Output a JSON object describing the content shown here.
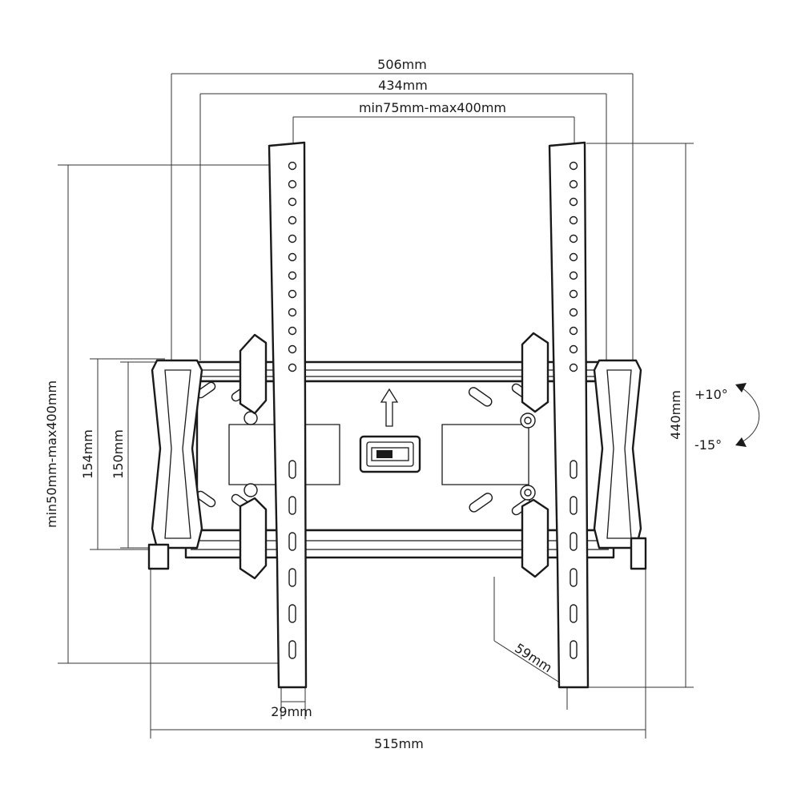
{
  "dimensions": {
    "overall_width_top": "506mm",
    "rail_span": "434mm",
    "vesa_horizontal": "min75mm-max400mm",
    "vesa_vertical": "min50mm-max400mm",
    "plate_height_outer": "154mm",
    "plate_height_inner": "150mm",
    "arm_height": "440mm",
    "arm_width": "29mm",
    "depth": "59mm",
    "overall_width_bottom": "515mm"
  },
  "tilt": {
    "up": "+10°",
    "down": "-15°"
  }
}
